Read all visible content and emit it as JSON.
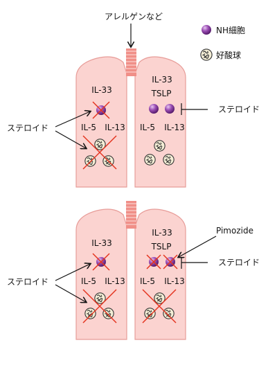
{
  "top_label": "アレルゲンなど",
  "legend": {
    "nh_cell": "NH細胞",
    "eosinophil": "好酸球"
  },
  "cytokines": {
    "il33": "IL-33",
    "tslp": "TSLP",
    "il5": "IL-5",
    "il13": "IL-13"
  },
  "steroid": "ステロイド",
  "pimozide": "Pimozide",
  "colors": {
    "lung_fill": "#fbd3d0",
    "lung_stroke": "#e79c98",
    "trachea": "#f08f88",
    "nh_cell": "#7b2d8e",
    "eosinophil_fill": "#f3ecd2",
    "cross": "#e4341f"
  }
}
